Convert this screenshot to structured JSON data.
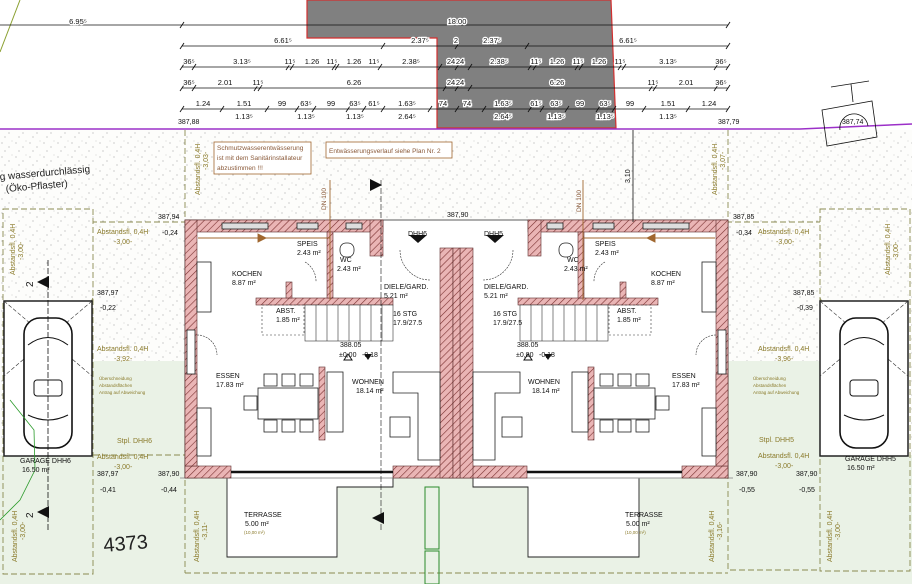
{
  "colors": {
    "wall_hatch": "#e9b3b3",
    "neighbor_building": "#808080",
    "neighbor_outline": "#d32f2f",
    "property_line": "#9b30c8",
    "lawn": "#eaf2e6",
    "setback_line": "#8a7a2a",
    "drainage": "#a0672f"
  },
  "dimensions": {
    "row1": [
      "6.95⁵",
      "18.00"
    ],
    "row2": [
      "6.61⁵",
      "2.37⁵",
      "2",
      "2.37⁵",
      "6.61⁵"
    ],
    "row3": [
      "36⁵",
      "3.13⁵",
      "11⁵",
      "1.26",
      "11⁵",
      "1.26",
      "11⁵",
      "2.38⁵",
      "24",
      "24",
      "2.38⁵",
      "11⁵",
      "1.26",
      "11⁵",
      "1.26",
      "11⁵",
      "3.13⁵",
      "36⁵"
    ],
    "row4": [
      "36⁵",
      "2.01",
      "11⁵",
      "6.26",
      "24",
      "24",
      "6.26",
      "11⁵",
      "2.01",
      "36⁵"
    ],
    "row5": [
      "1.24",
      "1.51",
      "99",
      "63⁵",
      "99",
      "63⁵",
      "61⁵",
      "1.63⁵",
      "74",
      "74",
      "1.63⁵",
      "61⁵",
      "63⁵",
      "99",
      "63⁵",
      "99",
      "1.51",
      "1.24"
    ],
    "row5_sub": [
      "1.13⁵",
      "1.13⁵",
      "1.13⁵",
      "2.64⁵",
      "2.64⁵",
      "1.13⁵",
      "1.13⁵",
      "1.13⁵"
    ]
  },
  "levels": {
    "corner_left": "387,88",
    "corner_right": "387,79",
    "manhole": "387,74",
    "party_wall": "387,90",
    "nw": {
      "abs": "387,94",
      "rel": "-0,24"
    },
    "ne": {
      "abs": "387,85",
      "rel": "-0,34"
    },
    "garage_left_top": {
      "abs": "387,97",
      "rel": "-0,22"
    },
    "garage_right_top": {
      "abs": "387,85",
      "rel": "-0,39"
    },
    "garage_left_bottom": {
      "abs": "387,97",
      "rel": "-0,41"
    },
    "sw": {
      "abs": "387,90",
      "rel": "-0,44"
    },
    "se": {
      "abs": "387,90",
      "rel": "-0,55"
    },
    "garage_right_bottom": {
      "abs": "387,90",
      "rel": "-0,55"
    }
  },
  "notes": {
    "wastewater": [
      "Schmutzwasserentwässerung",
      "ist mit dem Sanitärinstallateur",
      "abzustimmen !!!"
    ],
    "drainage": "Entwässerungsverlauf siehe Plan Nr. 2",
    "dn_left": "DN 100",
    "dn_right": "DN 100",
    "distance_310": "3,10",
    "paving": [
      "g wasserdurchlässig",
      "(Öko-Pflaster)"
    ],
    "parcel": "4373",
    "section_mark": "2"
  },
  "setbacks": {
    "label": "Abstandsfl. 0,4H",
    "top_left": "-3,03-",
    "top_right": "-3,07-",
    "side_left": "-3,00-",
    "side_right": "-3,00-",
    "garage_left": "-3,00-",
    "garage_right": "-3,00-",
    "mid_left": "-3,92-",
    "mid_right": "-3,96-",
    "low_left": "-3,00-",
    "low_right": "-3,00-",
    "bottom_garage_left": "-3,00-",
    "bottom_left": "-3,11-",
    "bottom_right": "-3,16-",
    "bottom_garage_right": "-3,00-",
    "overlap": [
      "Überschneidung",
      "Abstandsflächen",
      "Antrag auf Abweichung"
    ],
    "parking_left": "Stpl. DHH6",
    "parking_right": "Stpl. DHH5"
  },
  "units": {
    "left": {
      "name": "DHH6",
      "kitchen": {
        "label": "KOCHEN",
        "area": "8.87 m²"
      },
      "pantry": {
        "label": "SPEIS",
        "area": "2.43 m²"
      },
      "wc": {
        "label": "WC",
        "area": "2.43 m²"
      },
      "hall": {
        "label": "DIELE/GARD.",
        "area": "5.21 m²"
      },
      "storage": {
        "label": "ABST.",
        "area": "1.85 m²"
      },
      "stairs": {
        "label": "16 STG",
        "ratio": "17.9/27.5"
      },
      "dining": {
        "label": "ESSEN",
        "area": "17.83 m²"
      },
      "living": {
        "label": "WOHNEN",
        "area": "18.14 m²"
      },
      "level": {
        "abs": "388.05",
        "zero": "±0,00",
        "rel": "-0,18"
      },
      "garage": {
        "label": "GARAGE DHH6",
        "area": "16.50 m²"
      },
      "terrace": {
        "label": "TERRASSE",
        "area": "5.00 m²",
        "total": "(10,00 m²)"
      }
    },
    "right": {
      "name": "DHH5",
      "kitchen": {
        "label": "KOCHEN",
        "area": "8.87 m²"
      },
      "pantry": {
        "label": "SPEIS",
        "area": "2.43 m²"
      },
      "wc": {
        "label": "WC",
        "area": "2.43 m²"
      },
      "hall": {
        "label": "DIELE/GARD.",
        "area": "5.21 m²"
      },
      "storage": {
        "label": "ABST.",
        "area": "1.85 m²"
      },
      "stairs": {
        "label": "16 STG",
        "ratio": "17.9/27.5"
      },
      "dining": {
        "label": "ESSEN",
        "area": "17.83 m²"
      },
      "living": {
        "label": "WOHNEN",
        "area": "18.14 m²"
      },
      "level": {
        "abs": "388.05",
        "zero": "±0,00",
        "rel": "-0,18"
      },
      "garage": {
        "label": "GARAGE DHH5",
        "area": "16.50 m²"
      },
      "terrace": {
        "label": "TERRASSE",
        "area": "5.00 m²",
        "total": "(10,00 m²)"
      }
    }
  }
}
